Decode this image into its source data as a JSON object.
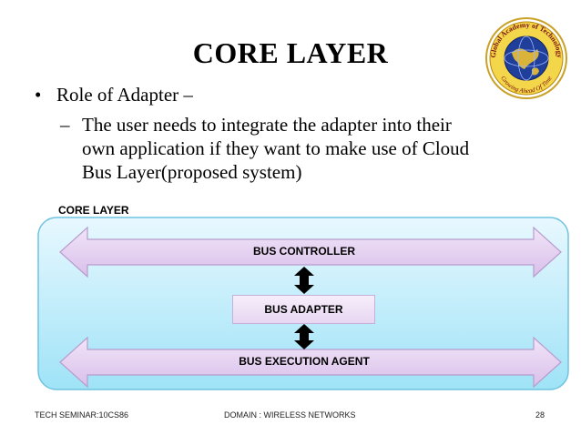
{
  "slide": {
    "title": "CORE LAYER",
    "bullet_main": "Role of Adapter –",
    "bullet_main_mark": "•",
    "bullet_sub_dash": "–",
    "bullet_sub": "The user needs to integrate the adapter into their own application if they want to make use of Cloud Bus Layer(proposed system)"
  },
  "logo": {
    "text_top": "Global Academy of Technology",
    "text_bottom": "Growing Ahead Of Time",
    "icon": "globe-icon"
  },
  "diagram": {
    "label": "CORE LAYER",
    "bus_controller": "BUS CONTROLLER",
    "bus_adapter": "BUS ADAPTER",
    "bus_execution_agent": "BUS EXECUTION AGENT",
    "colors": {
      "panel_fill_top": "#e8f8ff",
      "panel_fill_bottom": "#9fe3f7",
      "panel_border": "#6fc3e0",
      "arrow_fill": "#e6d2f2",
      "arrow_border": "#b89ccd",
      "connector": "#000000"
    }
  },
  "footer": {
    "left": "TECH SEMINAR:10CS86",
    "center": "DOMAIN : WIRELESS NETWORKS",
    "page_number": "28"
  }
}
